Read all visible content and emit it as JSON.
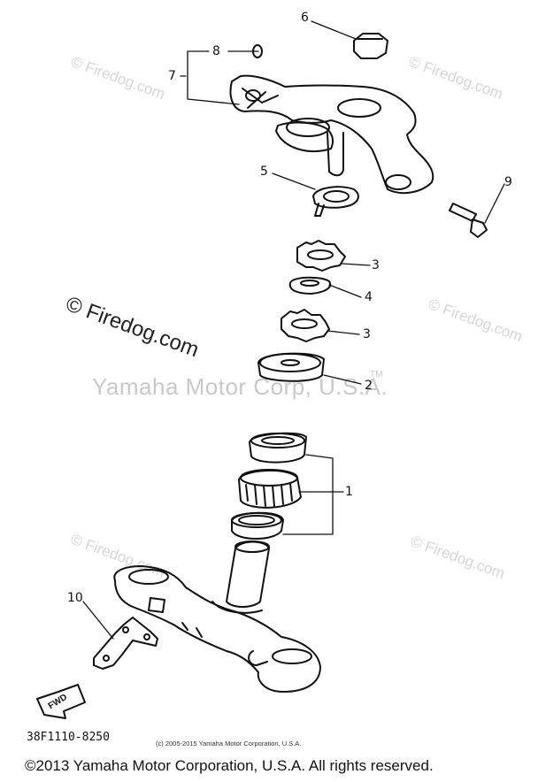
{
  "watermarks": {
    "firedog_large": "© Firedog.com",
    "firedog_small": "© Firedog.com",
    "yamaha_corp": "Yamaha Motor Corp, U.S.A.",
    "tm": "TM"
  },
  "callouts": {
    "1": "1",
    "2": "2",
    "3a": "3",
    "3b": "3",
    "4": "4",
    "5": "5",
    "6": "6",
    "7": "7",
    "8": "8",
    "9": "9",
    "10": "10"
  },
  "fwd_arrow": "FWD",
  "part_code": "38F1110-8250",
  "small_copyright": "(c) 2005-2015 Yamaha Motor Corporation, U.S.A.",
  "footer_copyright": "©2013 Yamaha Motor Corporation, U.S.A. All rights reserved."
}
